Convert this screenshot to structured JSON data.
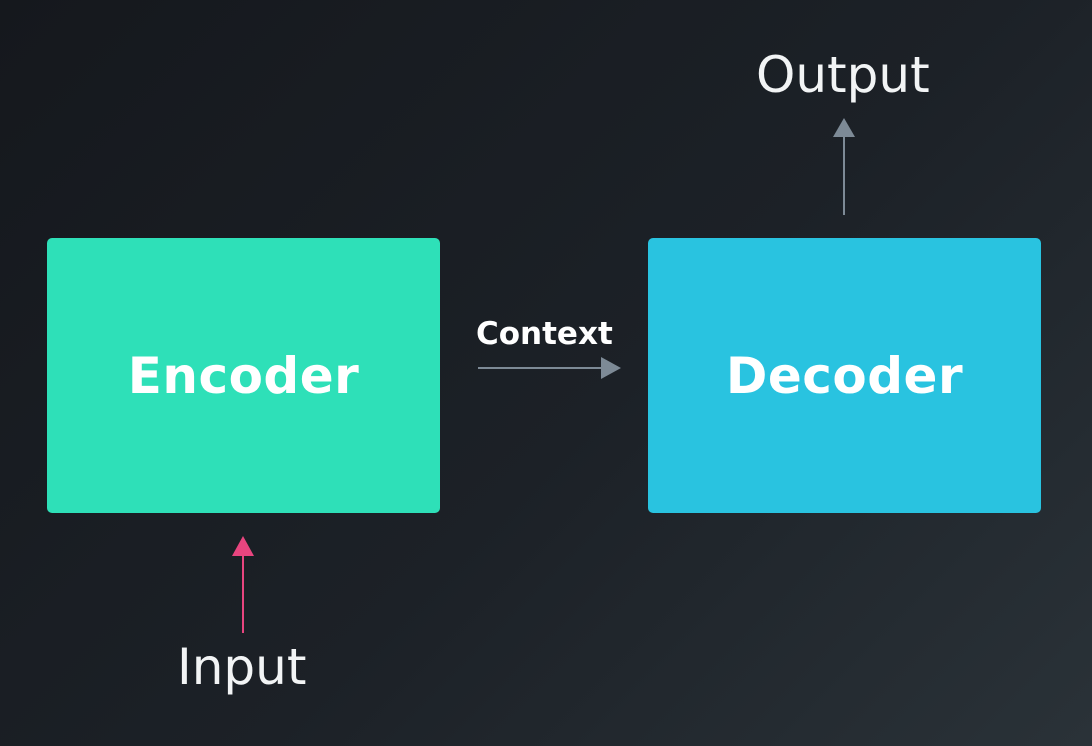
{
  "diagram": {
    "encoder": {
      "label": "Encoder",
      "color": "#2ee0b8"
    },
    "decoder": {
      "label": "Decoder",
      "color": "#29c3e0"
    },
    "context": {
      "label": "Context",
      "arrow_color": "#7d8a96"
    },
    "input": {
      "label": "Input",
      "arrow_color": "#e8457f"
    },
    "output": {
      "label": "Output",
      "arrow_color": "#7d8a96"
    }
  }
}
